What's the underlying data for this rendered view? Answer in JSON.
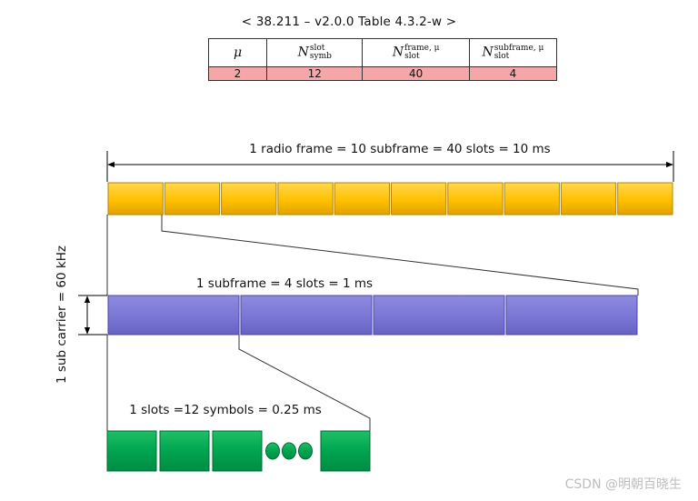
{
  "caption": "< 38.211 – v2.0.0 Table 4.3.2-w >",
  "table": {
    "headers": [
      {
        "main": "μ",
        "sup": "",
        "sub": ""
      },
      {
        "main": "N",
        "sup": "slot",
        "sub": "symb"
      },
      {
        "main": "N",
        "sup": "frame, μ",
        "sub": "slot"
      },
      {
        "main": "N",
        "sup": "subframe, μ",
        "sub": "slot"
      }
    ],
    "row": [
      "2",
      "12",
      "40",
      "4"
    ]
  },
  "labels": {
    "frame": "1 radio frame = 10 subframe = 40 slots = 10 ms",
    "subframe": "1 subframe = 4 slots = 1 ms",
    "slot": "1 slots =12 symbols = 0.25 ms",
    "carrier": "1 sub carrier = 60 kHz"
  },
  "counts": {
    "subframes": 10,
    "slots": 4,
    "symbols_shown": 4,
    "ellipsis_dots": 3
  },
  "colors": {
    "subframe_fill": "#ffc000",
    "slot_fill": "#7b78d6",
    "symbol_fill": "#00a550",
    "row_highlight": "#f4a6a8"
  },
  "watermark": "CSDN @明朝百晓生"
}
